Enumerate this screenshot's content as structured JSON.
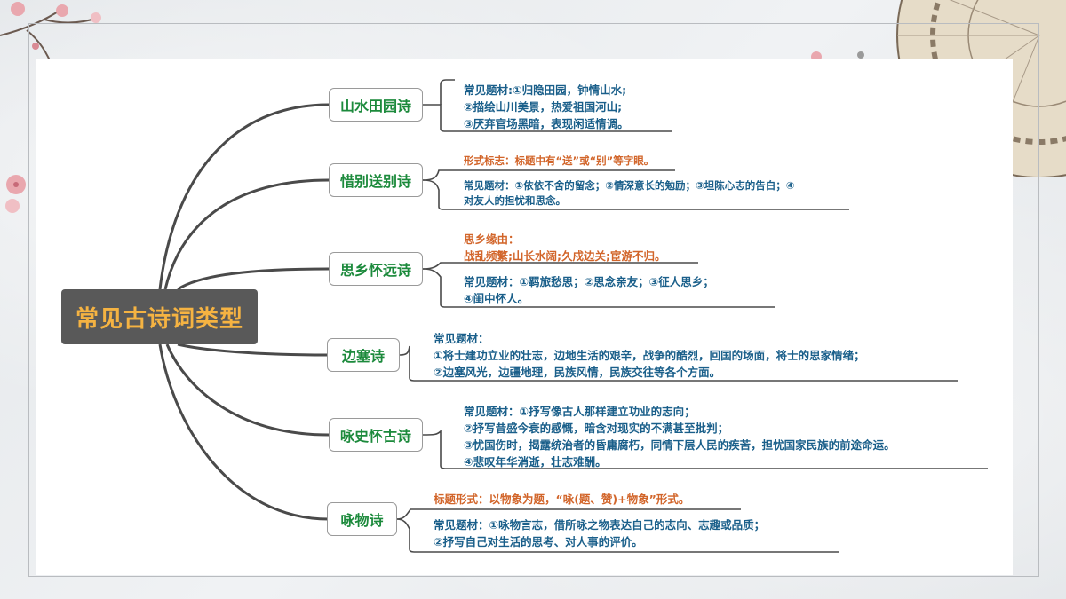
{
  "root": {
    "label": "常见古诗词类型"
  },
  "categories": [
    {
      "label": "山水田园诗"
    },
    {
      "label": "惜别送别诗"
    },
    {
      "label": "思乡怀远诗"
    },
    {
      "label": "边塞诗"
    },
    {
      "label": "咏史怀古诗"
    },
    {
      "label": "咏物诗"
    }
  ],
  "notes": {
    "shanshui": {
      "lines": [
        "常见题材:①归隐田园，钟情山水;",
        "②描绘山川美景，热爱祖国河山;",
        "③厌弃官场黑暗，表现闲适情调。"
      ]
    },
    "xibie_form": {
      "lines": [
        "形式标志：标题中有“送”或“别”等字眼。"
      ]
    },
    "xibie": {
      "lines": [
        "常见题材：①依依不舍的留念；②情深意长的勉励；③坦陈心志的告白；④",
        "对友人的担忧和思念。"
      ]
    },
    "sixiang_cause": {
      "lines": [
        "思乡缘由：",
        "战乱频繁;山长水阔;久戍边关;宦游不归。"
      ]
    },
    "sixiang": {
      "lines": [
        "常见题材：①羁旅愁思；②思念亲友；③征人思乡；",
        "④闺中怀人。"
      ]
    },
    "biansai": {
      "lines": [
        "常见题材：",
        "①将士建功立业的壮志，边地生活的艰辛，战争的酷烈，回国的场面，将士的思家情绪；",
        "②边塞风光，边疆地理，民族风情，民族交往等各个方面。"
      ]
    },
    "yongshi": {
      "lines": [
        "常见题材：①抒写像古人那样建立功业的志向；",
        "②抒写昔盛今衰的感慨，暗含对现实的不满甚至批判；",
        "③忧国伤时，揭露统治者的昏庸腐朽，同情下层人民的疾苦，担忧国家民族的前途命运。",
        "④悲叹年华消逝，壮志难酬。"
      ]
    },
    "yongwu_form": {
      "lines": [
        "标题形式：以物象为题，“咏(题、赞)+物象”形式。"
      ]
    },
    "yongwu": {
      "lines": [
        "常见题材：①咏物言志，借所咏之物表达自己的志向、志趣或品质；",
        "②抒写自己对生活的思考、对人事的评价。"
      ]
    }
  },
  "colors": {
    "root_bg": "#595959",
    "root_text": "#f5b342",
    "category_text": "#1c8a3c",
    "note_blue": "#1a5f8a",
    "note_orange": "#d2652a"
  }
}
